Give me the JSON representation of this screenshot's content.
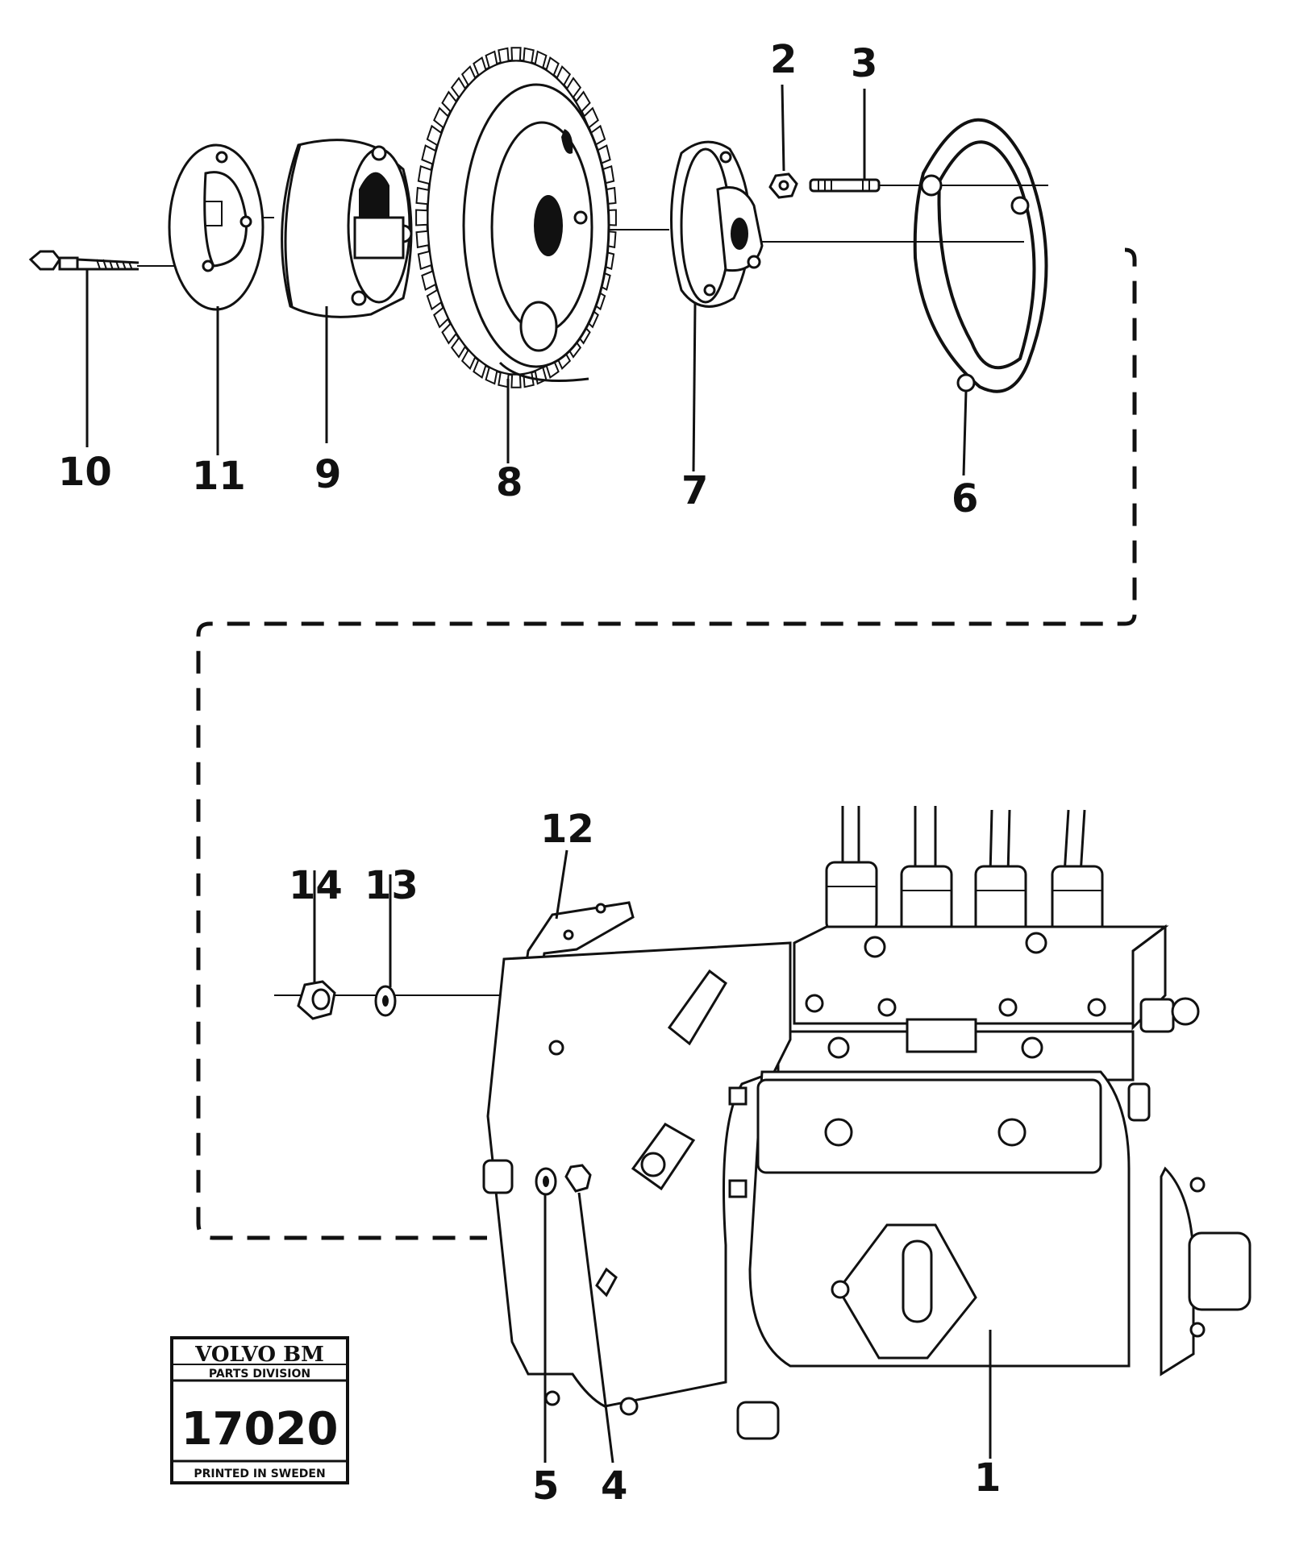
{
  "diagram": {
    "callouts": [
      {
        "id": "1",
        "label": "1"
      },
      {
        "id": "2",
        "label": "2"
      },
      {
        "id": "3",
        "label": "3"
      },
      {
        "id": "4",
        "label": "4"
      },
      {
        "id": "5",
        "label": "5"
      },
      {
        "id": "6",
        "label": "6"
      },
      {
        "id": "7",
        "label": "7"
      },
      {
        "id": "8",
        "label": "8"
      },
      {
        "id": "9",
        "label": "9"
      },
      {
        "id": "10",
        "label": "10"
      },
      {
        "id": "11",
        "label": "11"
      },
      {
        "id": "12",
        "label": "12"
      },
      {
        "id": "13",
        "label": "13"
      },
      {
        "id": "14",
        "label": "14"
      }
    ]
  },
  "stamp": {
    "brand": "VOLVO BM",
    "division": "PARTS DIVISION",
    "number": "17020",
    "printed": "PRINTED IN SWEDEN"
  }
}
